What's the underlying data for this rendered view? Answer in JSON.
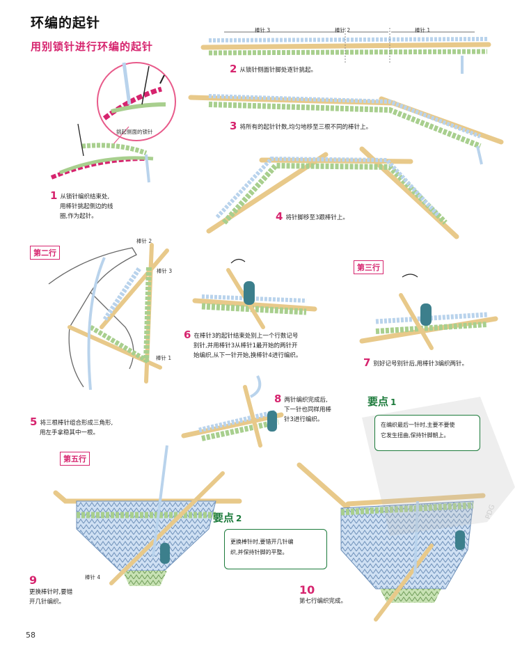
{
  "header": {
    "title": "环编的起针",
    "subtitle": "用别锁针进行环编的起针"
  },
  "row_tags": {
    "row2": "第二行",
    "row3": "第三行",
    "row5": "第五行"
  },
  "needle_labels": {
    "n1": "棒针 1",
    "n2": "棒针 2",
    "n3": "棒针 3",
    "n4": "棒针 4"
  },
  "callout": {
    "magnifier": "挑起侧面的锁针"
  },
  "steps": [
    {
      "num": "1",
      "text": [
        "从锁针编织结束处,",
        "用棒针挑起侧边的线",
        "圈,作为起针。"
      ]
    },
    {
      "num": "2",
      "text": [
        "从锁针侧面针脚处逐针挑起。"
      ]
    },
    {
      "num": "3",
      "text": [
        "将所有的起针针数,均匀地移至三根不同的棒针上。"
      ]
    },
    {
      "num": "4",
      "text": [
        "将针脚移至3跟棒针上。"
      ]
    },
    {
      "num": "5",
      "text": [
        "将三根棒针组合形成三角形,",
        "用左手拿稳其中一根。"
      ]
    },
    {
      "num": "6",
      "text": [
        "在棒针3的起针结束处别上一个行数记号",
        "别针,并用棒针3从棒针1最开始的两针开",
        "始编织,从下一针开始,换棒针4进行编织。"
      ]
    },
    {
      "num": "7",
      "text": [
        "别好记号别针后,用棒针3编织两针。"
      ]
    },
    {
      "num": "8",
      "text": [
        "两针编织完成后,",
        "下一针也同样用棒",
        "针3进行编织。"
      ]
    },
    {
      "num": "9",
      "text": [
        "更换棒针时,要错",
        "开几针编织。"
      ]
    },
    {
      "num": "10",
      "text": [
        "第七行编织完成。"
      ]
    }
  ],
  "points": [
    {
      "label": "要点",
      "num": "1",
      "text": [
        "在编织最后一针时,主要不要使",
        "它发生扭曲,保持针脚朝上。"
      ]
    },
    {
      "label": "要点",
      "num": "2",
      "text": [
        "更换棒针时,要错开几针编",
        "织,并保持针脚的平整。"
      ]
    }
  ],
  "footer": {
    "page_number": "58",
    "watermark": "PDG"
  },
  "colors": {
    "accent": "#d6246e",
    "point_green": "#1b7a3a",
    "yarn_green": "#a8cf8e",
    "yarn_blue": "#b9d3ec",
    "needle": "#e8c98a",
    "marker": "#3c7f8c"
  }
}
